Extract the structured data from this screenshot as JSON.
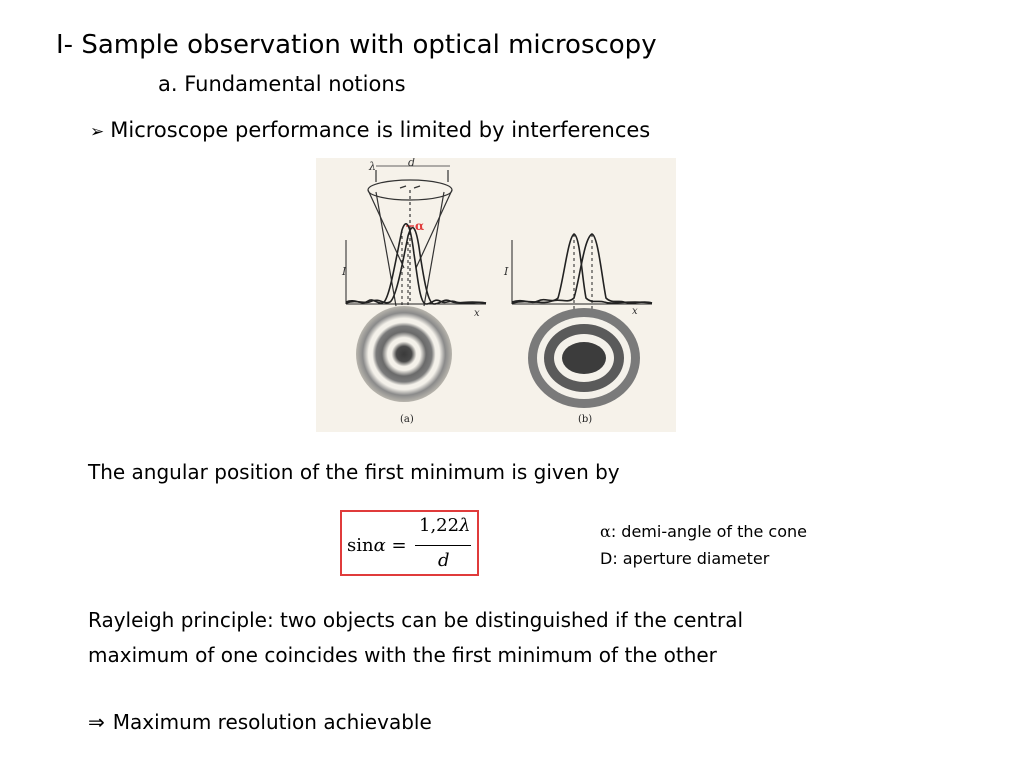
{
  "slide": {
    "title": "I- Sample observation with optical microscopy",
    "subtitle": "a. Fundamental notions",
    "bullet": "Microscope performance is limited by interferences",
    "bullet_icon": "arrow-bullet-icon",
    "intro": "The angular position of the first minimum is given by",
    "rayleigh_line1": "Rayleigh principle: two objects can be distinguished if the central",
    "rayleigh_line2": "maximum of one coincides with the first minimum of the other",
    "conclusion_symbol": "⇒",
    "conclusion_text": "Maximum resolution achievable"
  },
  "figure": {
    "label_lambda": "λ",
    "label_d": "d",
    "label_alpha": "α",
    "label_I_a": "I",
    "label_x_a": "x",
    "label_I_b": "I",
    "label_x_b": "x",
    "caption_a": "(a)",
    "caption_b": "(b)",
    "accent_color": "#e03b3b"
  },
  "formula": {
    "lhs_fn": "sin",
    "lhs_var": "α",
    "equals": "=",
    "numerator_num": "1,22",
    "numerator_var": "λ",
    "denominator": "d",
    "border_color": "#e03b3b"
  },
  "legend": {
    "alpha_symbol": "α",
    "alpha_text": ": demi-angle of the cone",
    "aperture": "D: aperture diameter"
  }
}
